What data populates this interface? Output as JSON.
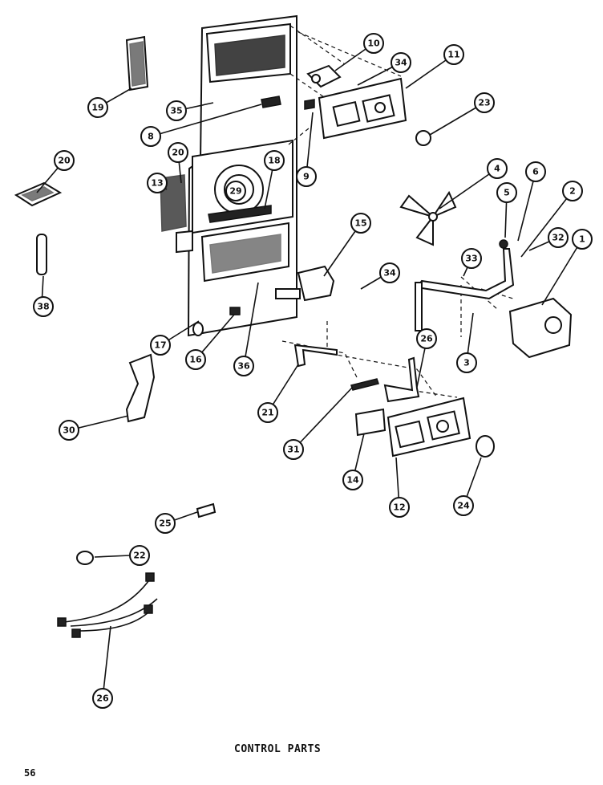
{
  "diagram": {
    "callouts": [
      "10",
      "34",
      "11",
      "19",
      "35",
      "8",
      "23",
      "20",
      "20",
      "18",
      "9",
      "13",
      "29",
      "4",
      "6",
      "5",
      "2",
      "32",
      "1",
      "15",
      "33",
      "34",
      "38",
      "17",
      "16",
      "36",
      "3",
      "26",
      "21",
      "30",
      "31",
      "14",
      "12",
      "24",
      "25",
      "22",
      "26"
    ]
  },
  "caption": "CONTROL PARTS",
  "page_number": "56"
}
